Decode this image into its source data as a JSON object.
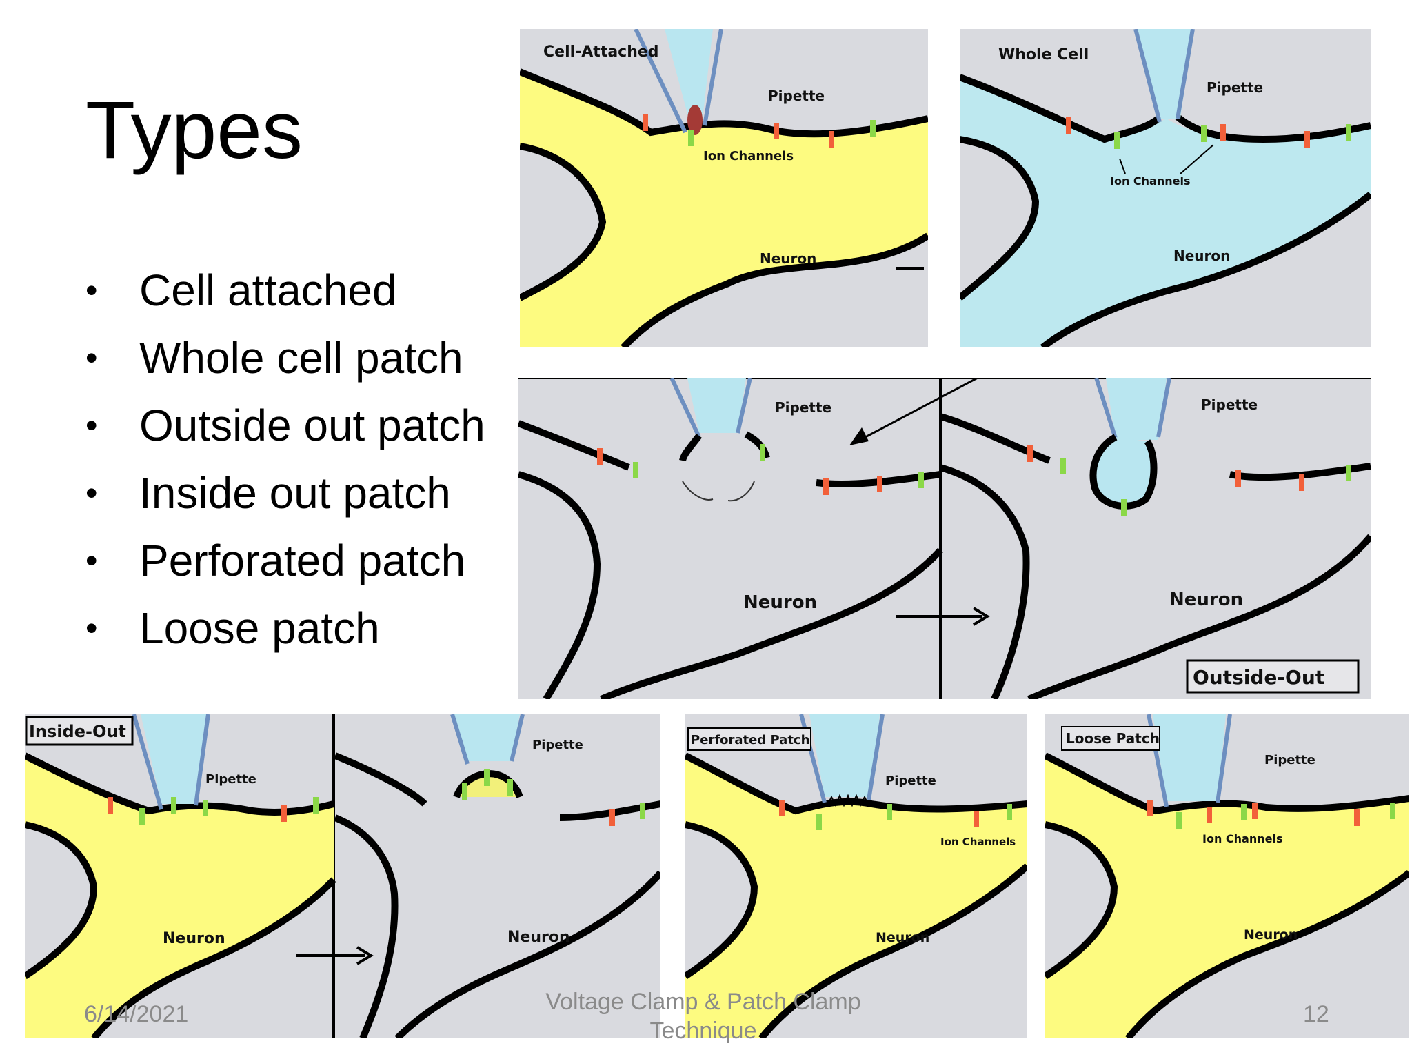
{
  "slide": {
    "title": "Types",
    "bullets": [
      "Cell attached",
      "Whole cell patch",
      "Outside out patch",
      "Inside out patch",
      "Perforated patch",
      "Loose patch"
    ]
  },
  "panels": {
    "cell_attached": {
      "title": "Cell-Attached",
      "pipette": "Pipette",
      "channels": "Ion Channels",
      "neuron": "Neuron"
    },
    "whole_cell": {
      "title": "Whole Cell",
      "pipette": "Pipette",
      "channels": "Ion Channels",
      "neuron": "Neuron"
    },
    "outside_out": {
      "pipette_a": "Pipette",
      "pipette_b": "Pipette",
      "neuron_a": "Neuron",
      "neuron_b": "Neuron",
      "box_label": "Outside-Out"
    },
    "inside_out": {
      "box_label": "Inside-Out",
      "pipette_a": "Pipette",
      "pipette_b": "Pipette",
      "neuron_a": "Neuron",
      "neuron_b": "Neuron"
    },
    "perforated": {
      "box_label": "Perforated Patch",
      "pipette": "Pipette",
      "channels": "Ion Channels",
      "neuron": "Neuron"
    },
    "loose": {
      "box_label": "Loose Patch",
      "pipette": "Pipette",
      "channels": "Ion Channels",
      "neuron": "Neuron"
    }
  },
  "footer": {
    "date": "6/14/2021",
    "center_line1": "Voltage Clamp & Patch Clamp",
    "center_line2": "Technique",
    "page": "12"
  },
  "colors": {
    "background": "#d9dadf",
    "neuron_yellow": "#fdfb80",
    "neuron_blue": "#bde8ef",
    "pipette": "#b9e6f0",
    "pipette_edge": "#6d8fc0",
    "channel_green": "#8bd848",
    "channel_red": "#f2603a"
  }
}
